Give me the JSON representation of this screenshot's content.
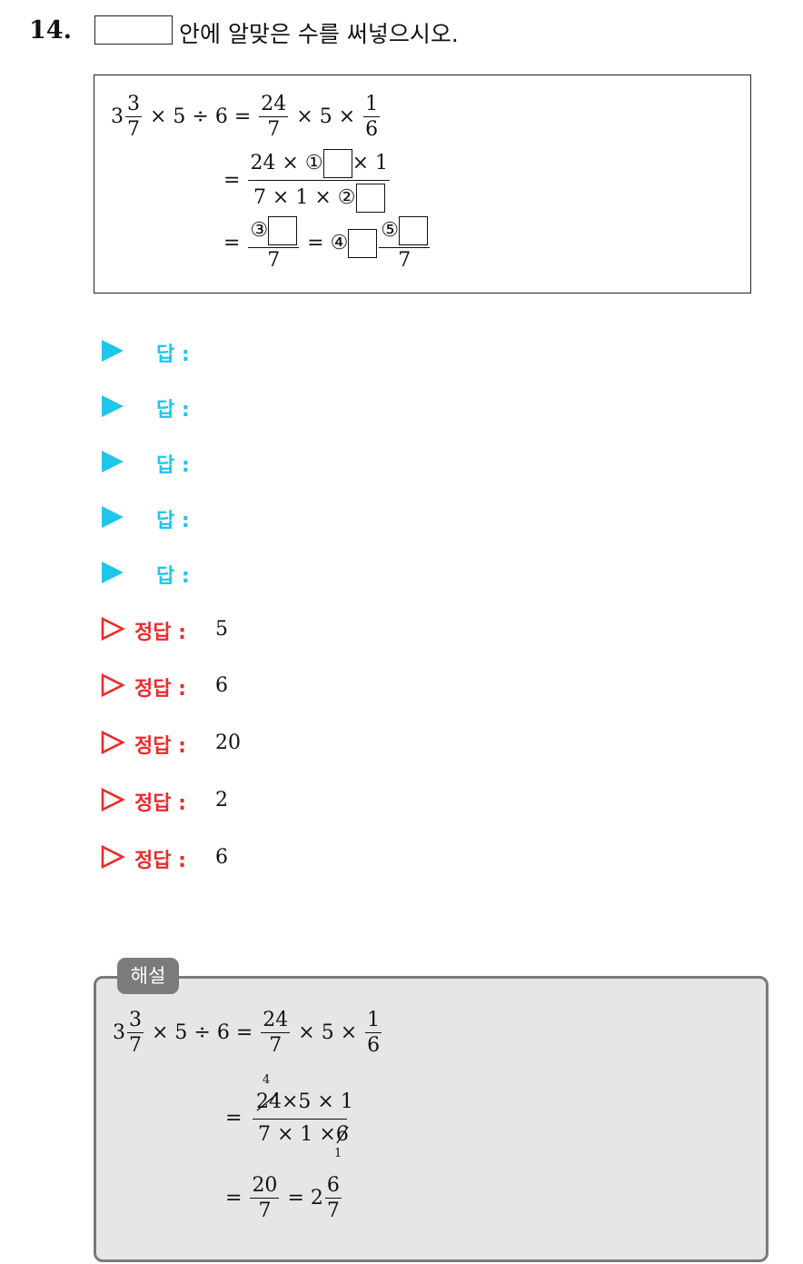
{
  "question": {
    "number": "14.",
    "instruction": "안에 알맞은 수를 써넣으시오."
  },
  "problem": {
    "line1": {
      "whole": "3",
      "num": "3",
      "den": "7",
      "ops": "× 5 ÷ 6 =",
      "f1_num": "24",
      "f1_den": "7",
      "mid": "× 5 ×",
      "f2_num": "1",
      "f2_den": "6"
    },
    "line2": {
      "eq": "=",
      "num_left": "24 × ①",
      "num_right": "× 1",
      "den_left": "7 × 1 × ②"
    },
    "line3": {
      "eq": "=",
      "circ3": "③",
      "den": "7",
      "eq2": "=",
      "circ4": "④",
      "circ5": "⑤",
      "den2": "7"
    }
  },
  "answer_rows": [
    {
      "label": "답 :"
    },
    {
      "label": "답 :"
    },
    {
      "label": "답 :"
    },
    {
      "label": "답 :"
    },
    {
      "label": "답 :"
    }
  ],
  "answer_key": [
    {
      "label": "정답 :",
      "value": "5"
    },
    {
      "label": "정답 :",
      "value": "6"
    },
    {
      "label": "정답 :",
      "value": "20"
    },
    {
      "label": "정답 :",
      "value": "2"
    },
    {
      "label": "정답 :",
      "value": "6"
    }
  ],
  "solution": {
    "tag": "해설",
    "line1": {
      "whole": "3",
      "num": "3",
      "den": "7",
      "ops": "× 5 ÷ 6 =",
      "f1_num": "24",
      "f1_den": "7",
      "mid": "× 5 ×",
      "f2_num": "1",
      "f2_den": "6"
    },
    "line2": {
      "eq": "=",
      "cancel_top": "4",
      "struck_num": "24",
      "num_rest": "×5 × 1",
      "den_left": "7 × 1 ×",
      "struck_den": "6",
      "cancel_bottom": "1"
    },
    "line3": {
      "eq": "=",
      "num": "20",
      "den": "7",
      "eq2": "=",
      "whole": "2",
      "mnum": "6",
      "mden": "7"
    }
  },
  "colors": {
    "answer_accent": "#1ec6ea",
    "key_accent": "#ee2a2a",
    "solution_bg": "#e6e6e6",
    "solution_border": "#7a7a7a"
  }
}
